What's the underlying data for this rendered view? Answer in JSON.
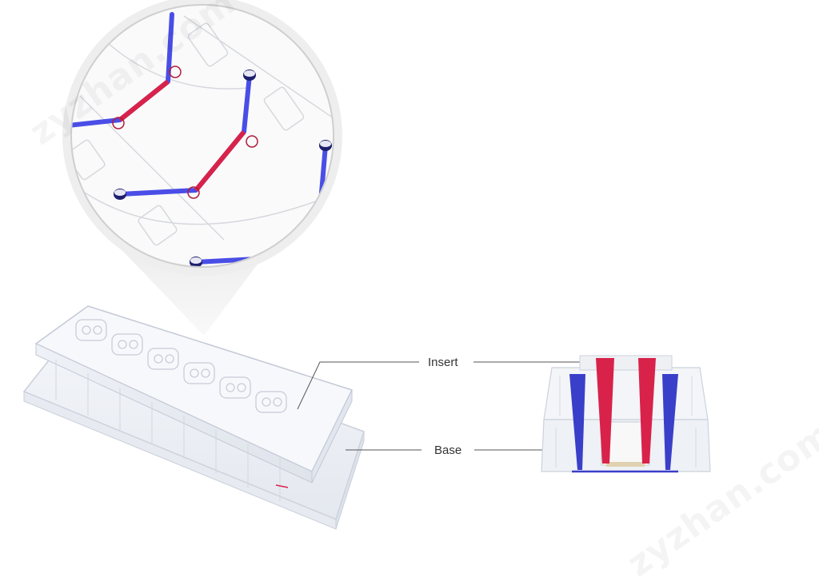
{
  "labels": {
    "insert": "Insert",
    "base": "Base"
  },
  "watermark": {
    "text": "zyzhan.com"
  },
  "colors": {
    "outer_channel": "#4a4ee6",
    "inner_channel": "#d8224a",
    "port": "#1d1f6e",
    "plastic_edge": "#c9cfdb",
    "leader_line": "#555555"
  }
}
